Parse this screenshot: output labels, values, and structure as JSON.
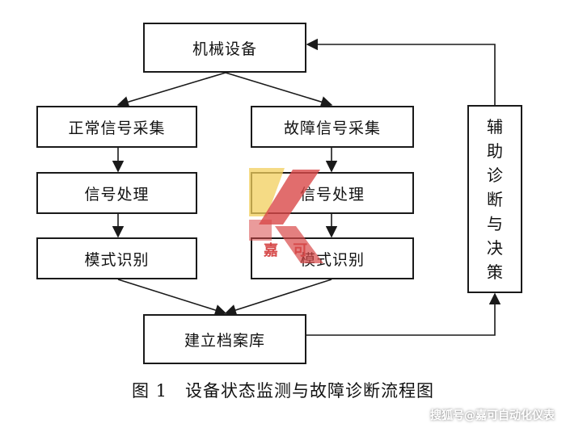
{
  "nodes": {
    "equipment": "机械设备",
    "normal_signal": "正常信号采集",
    "fault_signal": "故障信号采集",
    "signal_processing_left": "信号处理",
    "signal_processing_right": "信号处理",
    "pattern_recognition_left": "模式识别",
    "pattern_recognition_right": "模式识别",
    "archive": "建立档案库",
    "decision": [
      "辅",
      "助",
      "诊",
      "断",
      "与",
      "决",
      "策"
    ]
  },
  "caption": "图 1　设备状态监测与故障诊断流程图",
  "logo": {
    "text": "嘉 可",
    "colors": {
      "yellow": "#f2cf5c",
      "red": "#d94848"
    }
  },
  "watermark": "搜狐号@嘉可自动化仪表"
}
